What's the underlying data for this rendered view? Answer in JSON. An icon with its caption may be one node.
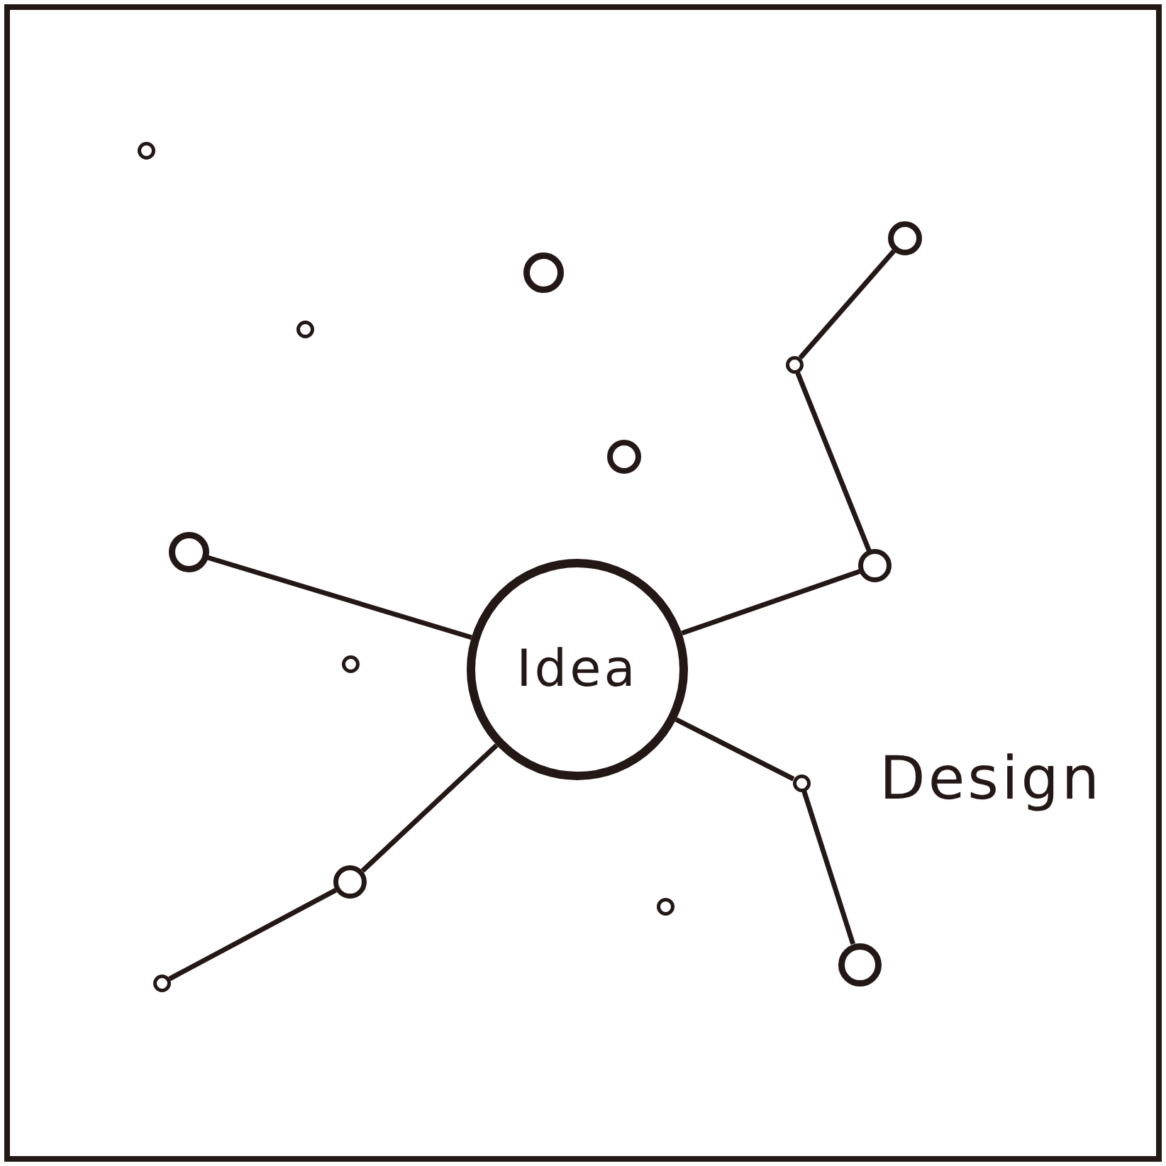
{
  "diagram": {
    "nodes": [
      {
        "text": [
          "Idea"
        ]
      },
      {
        "text": [],
        "shape": "circle"
      },
      {
        "text": [],
        "shape": "circle"
      },
      {
        "text": [],
        "shape": "circle"
      },
      {
        "text": [],
        "shape": "circle"
      },
      {
        "text": [],
        "shape": "circle"
      },
      {
        "text": [],
        "shape": "circle"
      },
      {
        "text": [],
        "shape": "circle"
      },
      {
        "text": [],
        "shape": "circle"
      },
      {
        "text": [],
        "shape": "circle"
      },
      {
        "text": [],
        "shape": "circle"
      },
      {
        "text": [],
        "shape": "circle"
      },
      {
        "text": [],
        "shape": "circle"
      },
      {
        "text": [],
        "shape": "circle"
      },
      {
        "text": [],
        "shape": "circle"
      }
    ],
    "edges": [
      {
        "from": 0,
        "to": 7,
        "arrow": "none"
      },
      {
        "from": 0,
        "to": 8,
        "arrow": "none"
      },
      {
        "from": 8,
        "to": 5,
        "arrow": "none"
      },
      {
        "from": 5,
        "to": 2,
        "arrow": "none"
      },
      {
        "from": 0,
        "to": 10,
        "arrow": "none"
      },
      {
        "from": 10,
        "to": 13,
        "arrow": "none"
      },
      {
        "from": 0,
        "to": 11,
        "arrow": "none"
      },
      {
        "from": 11,
        "to": 14,
        "arrow": "none"
      }
    ],
    "labels": [
      "Design"
    ]
  }
}
